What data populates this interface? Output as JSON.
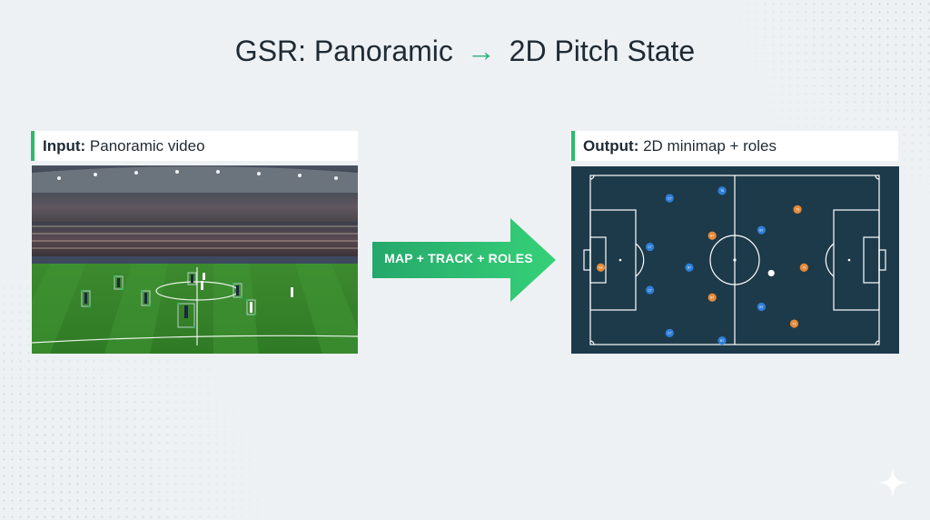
{
  "title": {
    "left": "GSR: Panoramic",
    "arrow": "→",
    "right": "2D Pitch State"
  },
  "input": {
    "label_bold": "Input:",
    "label_rest": " Panoramic video"
  },
  "output": {
    "label_bold": "Output:",
    "label_rest": " 2D minimap + roles"
  },
  "center_arrow": {
    "label": "MAP + TRACK + ROLES"
  },
  "colors": {
    "accent": "#2dbb6a",
    "pitch_bg": "#1d3a4a",
    "team_blue": "#2f7fd8",
    "team_orange": "#e58a3a"
  },
  "minimap": {
    "blue_players": [
      {
        "id": "C7",
        "fx": 0.3,
        "fy": 0.17
      },
      {
        "id": "T6",
        "fx": 0.46,
        "fy": 0.13
      },
      {
        "id": "C7",
        "fx": 0.24,
        "fy": 0.43
      },
      {
        "id": "B7",
        "fx": 0.36,
        "fy": 0.54
      },
      {
        "id": "C7",
        "fx": 0.24,
        "fy": 0.66
      },
      {
        "id": "B7",
        "fx": 0.58,
        "fy": 0.34
      },
      {
        "id": "B7",
        "fx": 0.58,
        "fy": 0.75
      },
      {
        "id": "C7",
        "fx": 0.3,
        "fy": 0.89
      },
      {
        "id": "B7",
        "fx": 0.46,
        "fy": 0.93
      }
    ],
    "orange_players": [
      {
        "id": "GK",
        "fx": 0.09,
        "fy": 0.54
      },
      {
        "id": "B7",
        "fx": 0.43,
        "fy": 0.37
      },
      {
        "id": "B7",
        "fx": 0.43,
        "fy": 0.7
      },
      {
        "id": "T3",
        "fx": 0.69,
        "fy": 0.23
      },
      {
        "id": "T3",
        "fx": 0.71,
        "fy": 0.54
      },
      {
        "id": "T3",
        "fx": 0.68,
        "fy": 0.84
      }
    ],
    "ball": {
      "fx": 0.61,
      "fy": 0.57
    }
  }
}
